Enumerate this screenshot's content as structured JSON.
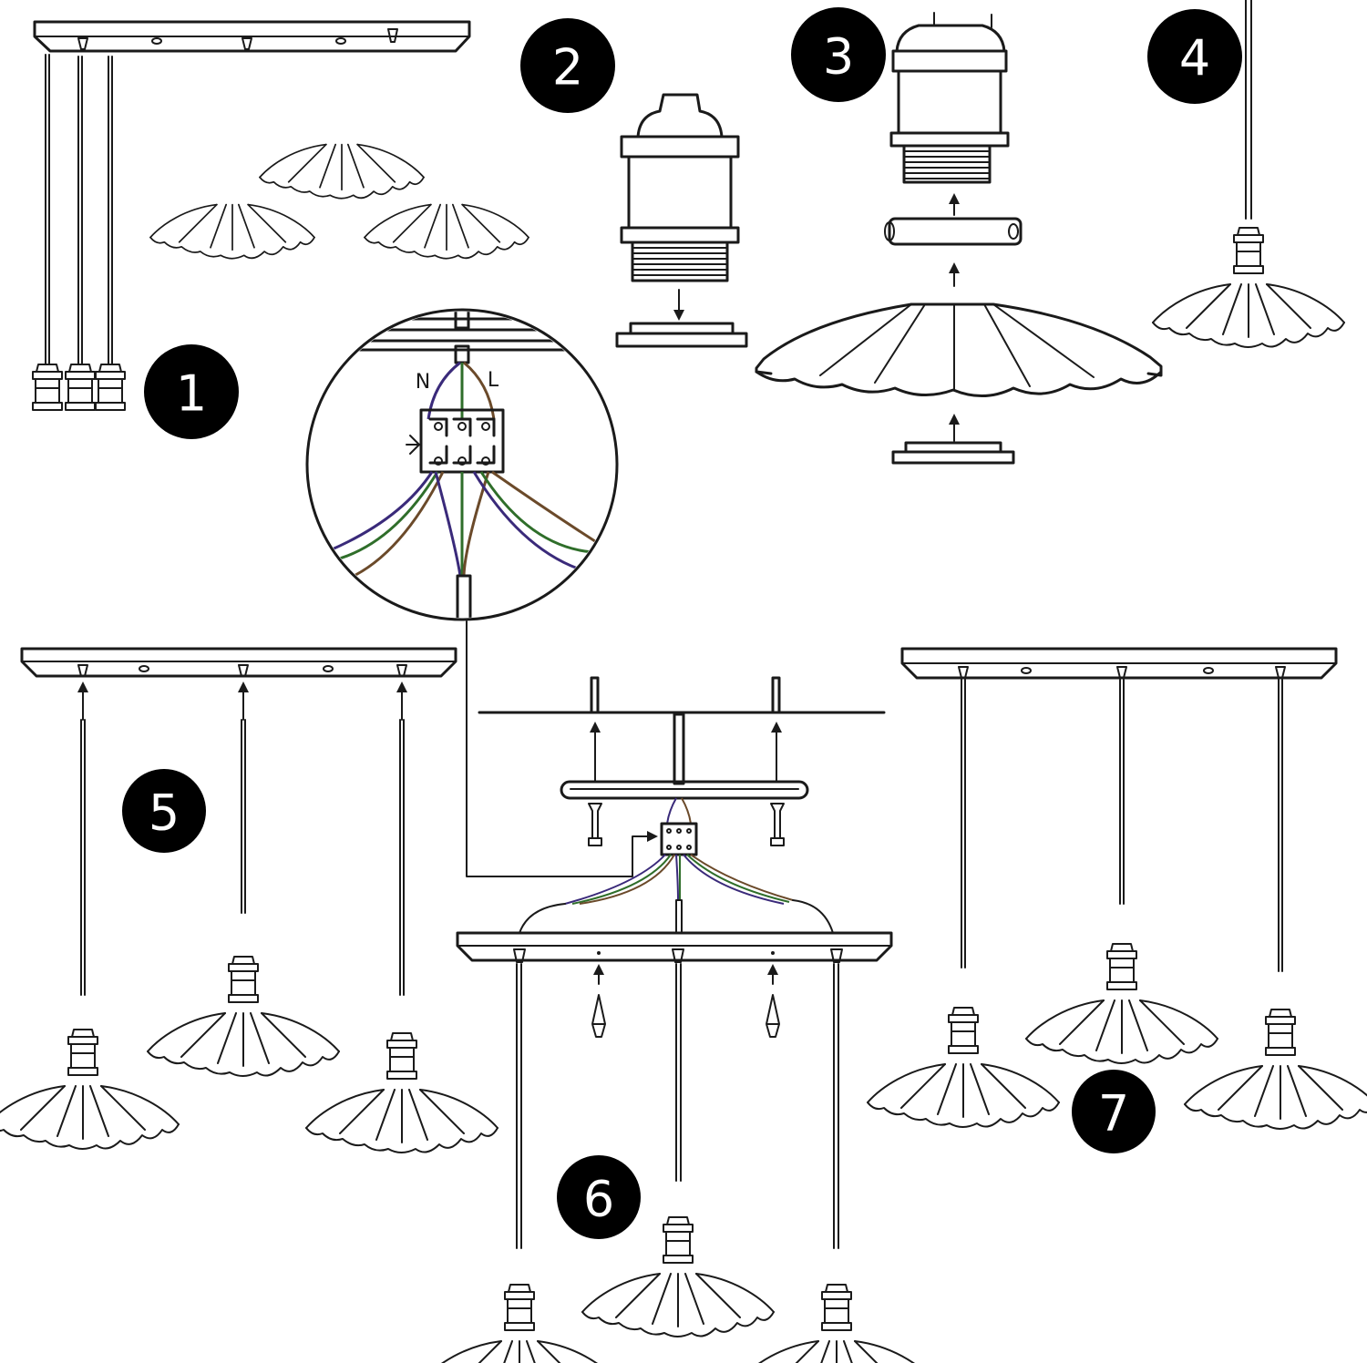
{
  "steps": [
    {
      "number": "1"
    },
    {
      "number": "2"
    },
    {
      "number": "3"
    },
    {
      "number": "4"
    },
    {
      "number": "5"
    },
    {
      "number": "6"
    },
    {
      "number": "7"
    }
  ],
  "wiring": {
    "neutral_label": "N",
    "live_label": "L",
    "wire_colors": {
      "neutral": "#3a2a7a",
      "earth": "#2f6e2a",
      "live": "#6b4a2a"
    }
  },
  "colors": {
    "line": "#1a1a1a",
    "badge": "#000000"
  }
}
